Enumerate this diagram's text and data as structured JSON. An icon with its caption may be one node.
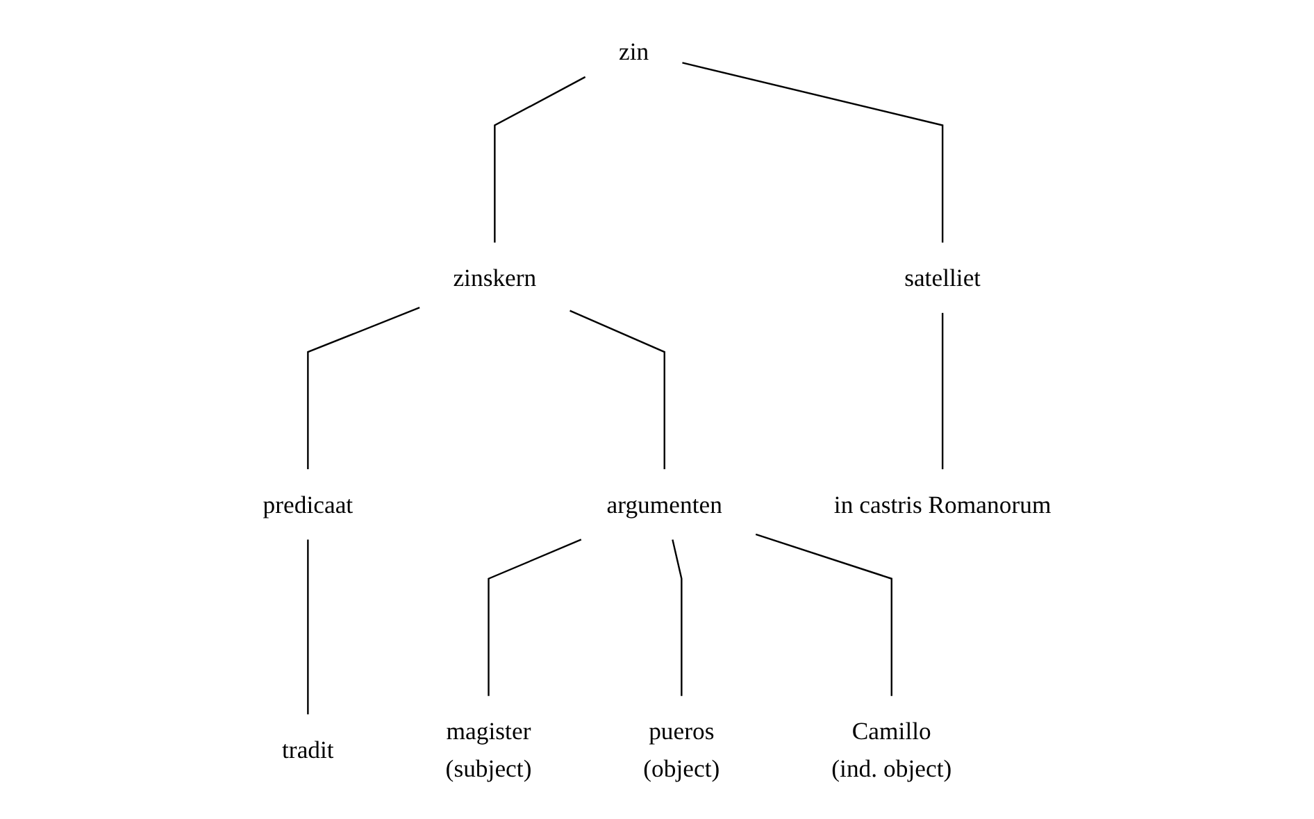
{
  "diagram": {
    "nodes": [
      {
        "text": [
          "zin"
        ]
      },
      {
        "text": [
          "zinskern"
        ]
      },
      {
        "text": [
          "satelliet"
        ]
      },
      {
        "text": [
          "predicaat"
        ]
      },
      {
        "text": [
          "argumenten"
        ]
      },
      {
        "text": [
          "tradit"
        ]
      },
      {
        "text": [
          "magister",
          "(subject)"
        ]
      },
      {
        "text": [
          "pueros",
          "(object)"
        ]
      },
      {
        "text": [
          "Camillo",
          "(ind. object)"
        ]
      },
      {
        "text": [
          "in castris Romanorum"
        ]
      }
    ],
    "edges": [
      {
        "from": 0,
        "to": 1,
        "arrow": "none"
      },
      {
        "from": 0,
        "to": 2,
        "arrow": "none"
      },
      {
        "from": 1,
        "to": 3,
        "arrow": "none"
      },
      {
        "from": 1,
        "to": 4,
        "arrow": "none"
      },
      {
        "from": 3,
        "to": 5,
        "arrow": "none"
      },
      {
        "from": 4,
        "to": 6,
        "arrow": "none"
      },
      {
        "from": 4,
        "to": 7,
        "arrow": "none"
      },
      {
        "from": 4,
        "to": 8,
        "arrow": "none"
      },
      {
        "from": 2,
        "to": 9,
        "arrow": "none"
      }
    ]
  }
}
